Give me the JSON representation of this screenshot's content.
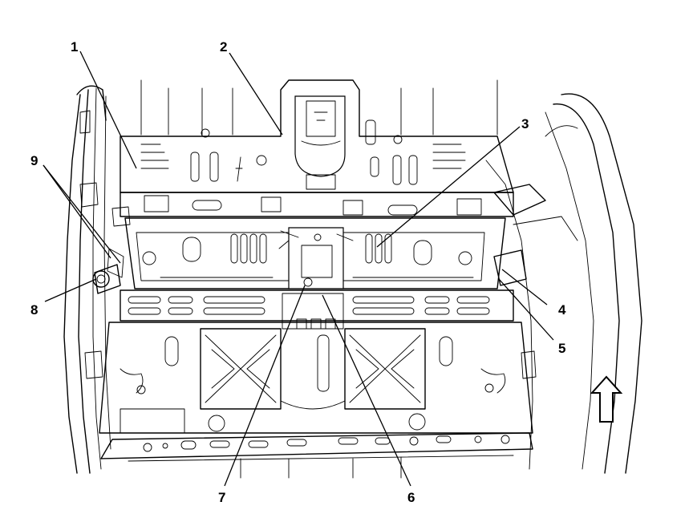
{
  "diagram": {
    "callouts": [
      {
        "id": 1,
        "label": "1"
      },
      {
        "id": 2,
        "label": "2"
      },
      {
        "id": 3,
        "label": "3"
      },
      {
        "id": 4,
        "label": "4"
      },
      {
        "id": 5,
        "label": "5"
      },
      {
        "id": 6,
        "label": "6"
      },
      {
        "id": 7,
        "label": "7"
      },
      {
        "id": 8,
        "label": "8"
      },
      {
        "id": 9,
        "label": "9"
      }
    ],
    "direction_arrow": "arrow-up-icon"
  }
}
